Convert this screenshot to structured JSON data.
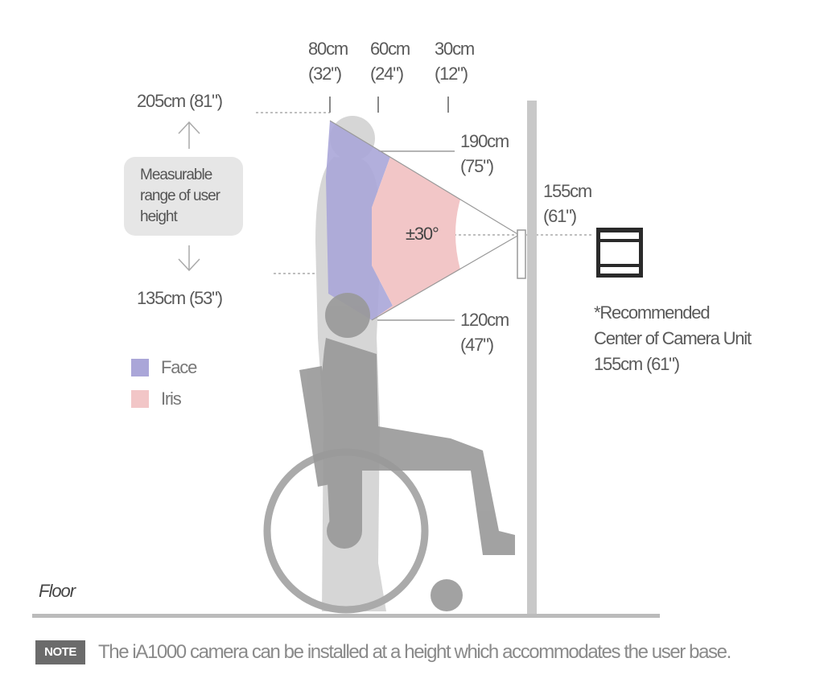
{
  "distances": [
    {
      "cm": "80cm",
      "in": "(32\")"
    },
    {
      "cm": "60cm",
      "in": "(24\")"
    },
    {
      "cm": "30cm",
      "in": "(12\")"
    }
  ],
  "heights": {
    "max": "205cm (81\")",
    "min": "135cm (53\")",
    "top_view": {
      "cm": "190cm",
      "in": "(75\")"
    },
    "bottom_view": {
      "cm": "120cm",
      "in": "(47\")"
    },
    "camera": {
      "cm": "155cm",
      "in": "(61\")"
    }
  },
  "range_box": {
    "label": "Measurable range of user height",
    "lines": [
      "Measurable",
      "range of user",
      "height"
    ]
  },
  "angle": "±30°",
  "recommendation": {
    "lines": [
      "*Recommended",
      "Center of Camera Unit",
      "155cm (61\")"
    ]
  },
  "legend": [
    {
      "label": "Face",
      "color": "#aaa6d8"
    },
    {
      "label": "Iris",
      "color": "#f2c6c7"
    }
  ],
  "floor_label": "Floor",
  "note": {
    "badge": "NOTE",
    "text": "The iA1000 camera can be installed at a height which accommodates the user base."
  }
}
